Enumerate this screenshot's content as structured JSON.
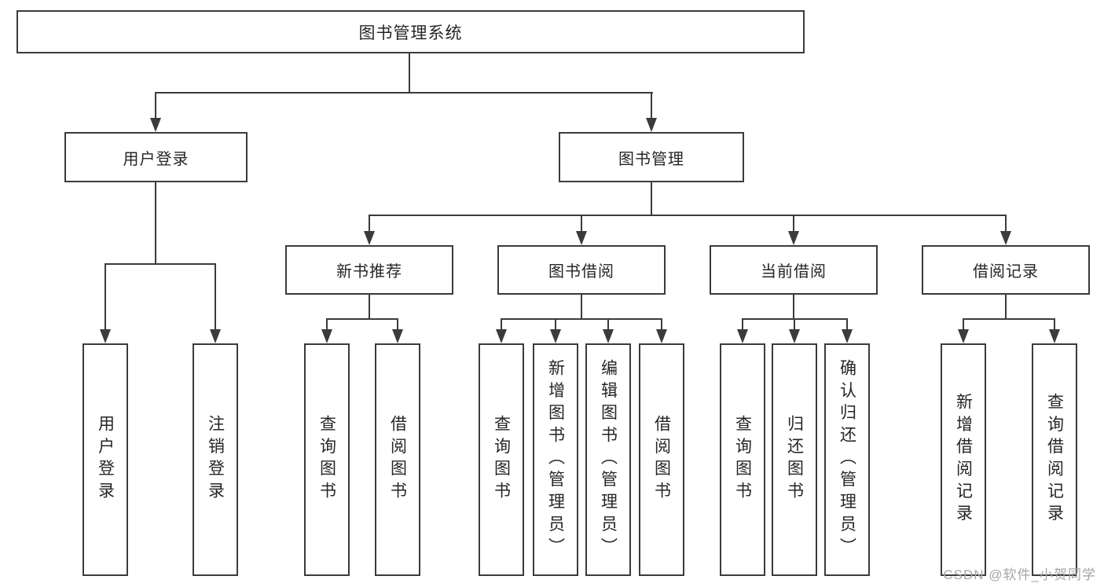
{
  "diagram": {
    "title_node": {
      "label": "图书管理系统"
    },
    "level2": [
      {
        "id": "user-login",
        "label": "用户登录"
      },
      {
        "id": "book-management",
        "label": "图书管理"
      }
    ],
    "level3": [
      {
        "id": "new-book-recommend",
        "label": "新书推荐"
      },
      {
        "id": "book-borrow",
        "label": "图书借阅"
      },
      {
        "id": "current-borrow",
        "label": "当前借阅"
      },
      {
        "id": "borrow-records",
        "label": "借阅记录"
      }
    ],
    "leaves": {
      "user_login": [
        "用户登录",
        "注销登录"
      ],
      "new_books": [
        "查询图书",
        "借阅图书"
      ],
      "book_borrow": [
        "查询图书",
        "新增图书（管理员）",
        "编辑图书（管理员）",
        "借阅图书"
      ],
      "current_borrow": [
        "查询图书",
        "归还图书",
        "确认归还（管理员）"
      ],
      "borrow_records": [
        "新增借阅记录",
        "查询借阅记录"
      ]
    },
    "colors": {
      "line": "#3b3b3b",
      "text": "#262626",
      "background": "#ffffff",
      "watermark": "#a6a6a6"
    }
  },
  "watermark": {
    "text": "CSDN @软件_小贺同学"
  }
}
